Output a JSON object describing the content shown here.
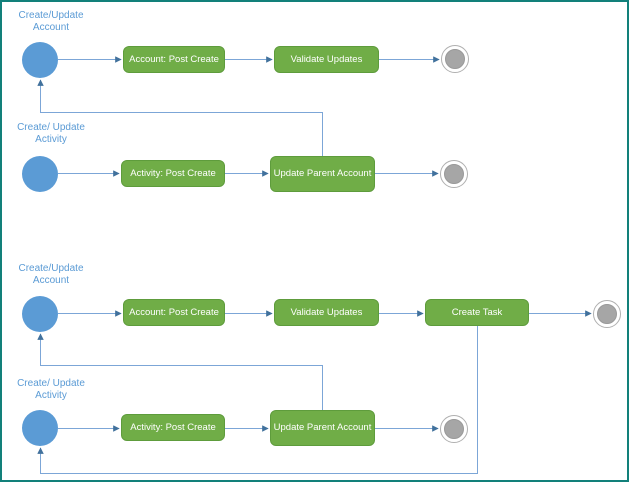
{
  "colors": {
    "canvas_border": "#12807A",
    "start_node": "#5B9BD5",
    "task_fill": "#70AD47",
    "task_border": "#5E9C3C",
    "task_text": "#FFFFFF",
    "trigger_text": "#5B9BD5",
    "connector_line": "#7CA6D7",
    "connector_arrow": "#41719C",
    "end_node_fill": "#A6A6A6",
    "end_node_ring": "#B0B0B0"
  },
  "flows": {
    "flow1": {
      "account": {
        "trigger_line1": "Create/Update",
        "trigger_line2": "Account",
        "step1": "Account: Post Create",
        "step2": "Validate Updates"
      },
      "activity": {
        "trigger_line1": "Create/ Update",
        "trigger_line2": "Activity",
        "step1": "Activity: Post Create",
        "step2": "Update Parent Account"
      }
    },
    "flow2": {
      "account": {
        "trigger_line1": "Create/Update",
        "trigger_line2": "Account",
        "step1": "Account: Post Create",
        "step2": "Validate Updates",
        "step3": "Create Task"
      },
      "activity": {
        "trigger_line1": "Create/ Update",
        "trigger_line2": "Activity",
        "step1": "Activity: Post Create",
        "step2": "Update Parent Account"
      }
    }
  }
}
